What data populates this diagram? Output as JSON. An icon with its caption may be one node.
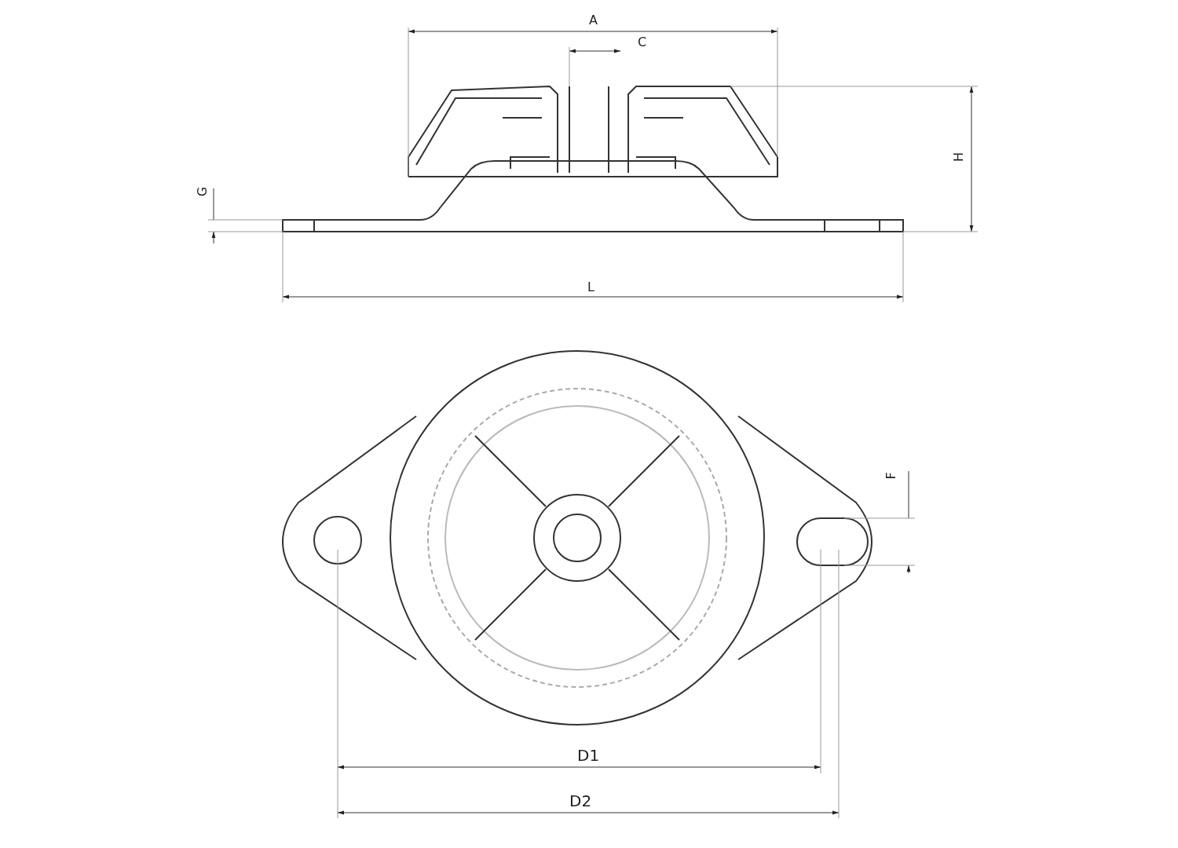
{
  "diagram": {
    "labels": [
      "A",
      "C",
      "H",
      "G",
      "L",
      "F",
      "D1",
      "D2"
    ]
  }
}
